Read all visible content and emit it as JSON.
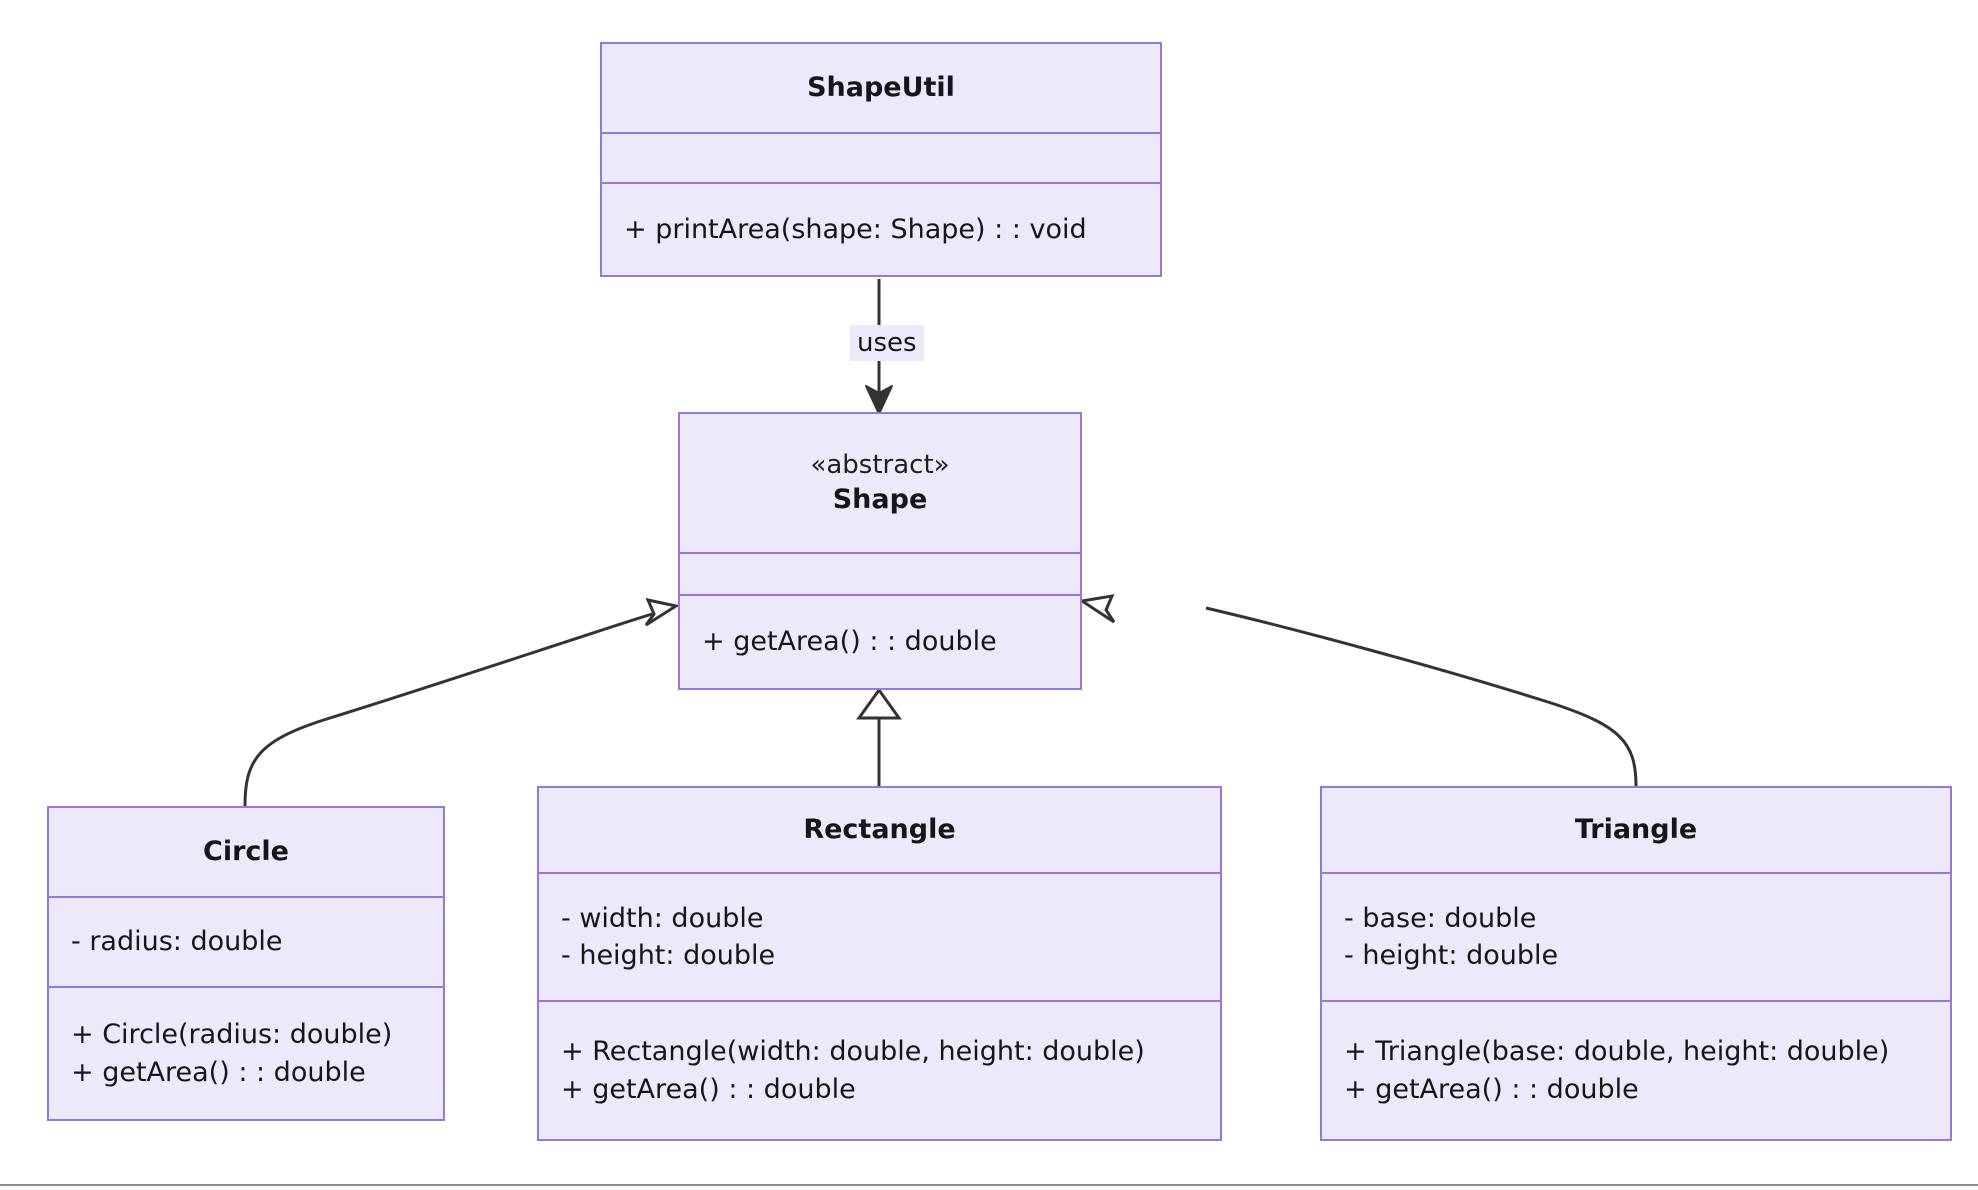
{
  "diagram": {
    "type": "uml-class-diagram",
    "classes": [
      {
        "id": "shapeutil",
        "name": "ShapeUtil",
        "stereotype": "",
        "attributes": [],
        "methods": [
          "+ printArea(shape: Shape) : : void"
        ]
      },
      {
        "id": "shape",
        "name": "Shape",
        "stereotype": "«abstract»",
        "attributes": [],
        "methods": [
          "+ getArea() : : double"
        ]
      },
      {
        "id": "circle",
        "name": "Circle",
        "stereotype": "",
        "attributes": [
          "- radius: double"
        ],
        "methods": [
          "+ Circle(radius: double)",
          "+ getArea() : : double"
        ]
      },
      {
        "id": "rectangle",
        "name": "Rectangle",
        "stereotype": "",
        "attributes": [
          "- width: double",
          "- height: double"
        ],
        "methods": [
          "+ Rectangle(width: double, height: double)",
          "+ getArea() : : double"
        ]
      },
      {
        "id": "triangle",
        "name": "Triangle",
        "stereotype": "",
        "attributes": [
          "- base: double",
          "- height: double"
        ],
        "methods": [
          "+ Triangle(base: double, height: double)",
          "+ getArea() : : double"
        ]
      }
    ],
    "relationships": [
      {
        "from": "shapeutil",
        "to": "shape",
        "label": "uses",
        "kind": "dependency"
      },
      {
        "from": "circle",
        "to": "shape",
        "label": "",
        "kind": "generalization"
      },
      {
        "from": "rectangle",
        "to": "shape",
        "label": "",
        "kind": "generalization"
      },
      {
        "from": "triangle",
        "to": "shape",
        "label": "",
        "kind": "generalization"
      }
    ],
    "colors": {
      "class_fill": "#ECE9FB",
      "class_border": "#9578DC",
      "edge_stroke": "#333333",
      "text": "#16161A",
      "footer_rule": "#8F8F94",
      "background": "#FFFFFF"
    }
  }
}
